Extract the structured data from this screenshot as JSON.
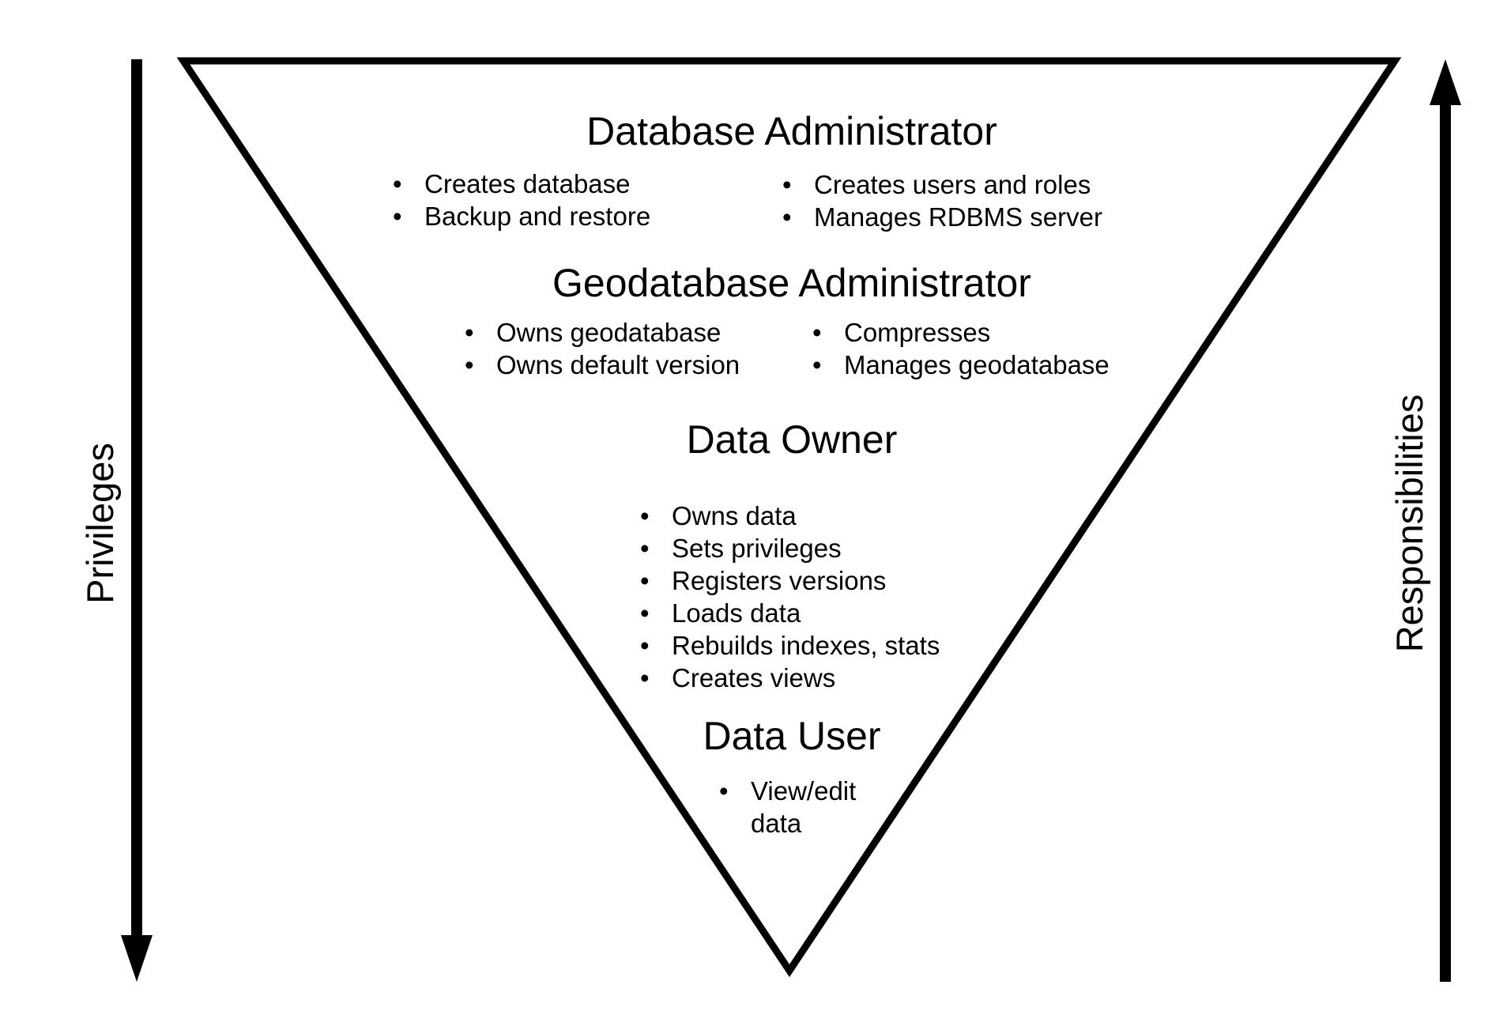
{
  "axes": {
    "left_label": "Privileges",
    "right_label": "Responsibilities"
  },
  "tiers": [
    {
      "title": "Database Administrator",
      "col1": [
        "Creates database",
        "Backup and restore"
      ],
      "col2": [
        "Creates users and roles",
        "Manages RDBMS server"
      ]
    },
    {
      "title": "Geodatabase Administrator",
      "col1": [
        "Owns geodatabase",
        "Owns default version"
      ],
      "col2": [
        "Compresses",
        "Manages geodatabase"
      ]
    },
    {
      "title": "Data Owner",
      "col1": [
        "Owns data",
        "Sets privileges",
        "Registers versions",
        "Loads data",
        "Rebuilds indexes, stats",
        "Creates views"
      ]
    },
    {
      "title": "Data User",
      "col1": [
        "View/edit data"
      ]
    }
  ],
  "colors": {
    "stroke": "#000000",
    "background": "#ffffff"
  }
}
